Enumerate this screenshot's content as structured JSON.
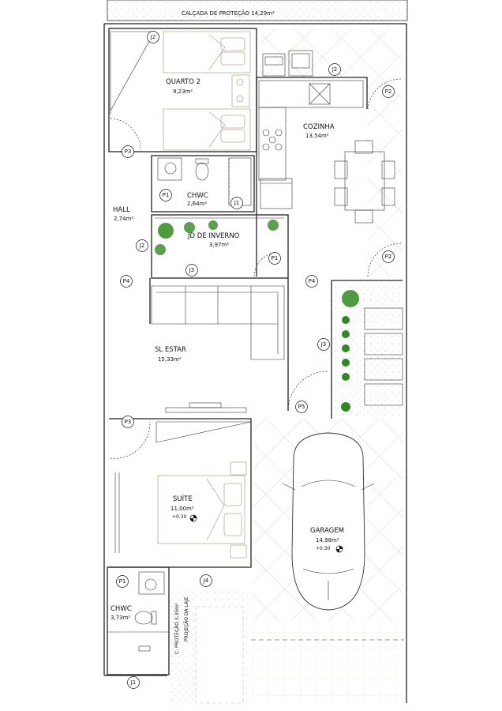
{
  "sidewalk": {
    "label": "CALÇADA DE PROTEÇÃO 14,29m²"
  },
  "rooms": {
    "quarto2": {
      "name": "QUARTO 2",
      "area": "9,23m²"
    },
    "cozinha": {
      "name": "COZINHA",
      "area": "13,54m²"
    },
    "hall": {
      "name": "HALL",
      "area": "2,74m²"
    },
    "chwc_top": {
      "name": "CHWC",
      "area": "2,64m²"
    },
    "jardim": {
      "name": "JD DE INVERNO",
      "area": "3,97m²"
    },
    "estar": {
      "name": "SL ESTAR",
      "area": "15,33m²"
    },
    "suite": {
      "name": "SUÍTE",
      "area": "11,00m²",
      "level": "+0.30"
    },
    "garagem": {
      "name": "GARAGEM",
      "area": "14,98m²",
      "level": "+0.30"
    },
    "chwc_bottom": {
      "name": "CHWC",
      "area": "3,73m²"
    }
  },
  "side_notes": {
    "protection": "C. PROTEÇÃO 3,35m²",
    "slab_projection": "PROJEÇÃO DA LAJE"
  },
  "tags": {
    "j2_quarto": "J2",
    "j2_cozinha": "J2",
    "j2_jardim": "J2",
    "p2_top": "P2",
    "p2_mid": "P2",
    "p3_hall": "P3",
    "p3_suite": "P3",
    "p1_chwc": "P1",
    "j1_chwc": "J1",
    "p1_jardim": "P1",
    "j3_jardim": "J3",
    "p4_left": "P4",
    "p4_right": "P4",
    "j3_garden": "J3",
    "p5": "P5",
    "p1_bath": "P1",
    "j4": "J4",
    "j1_bottom": "J1"
  },
  "colors": {
    "wall": "#222222",
    "furniture": "#b9ae95",
    "plant": "#2f8a1e",
    "paving": "#c9c2b2"
  }
}
